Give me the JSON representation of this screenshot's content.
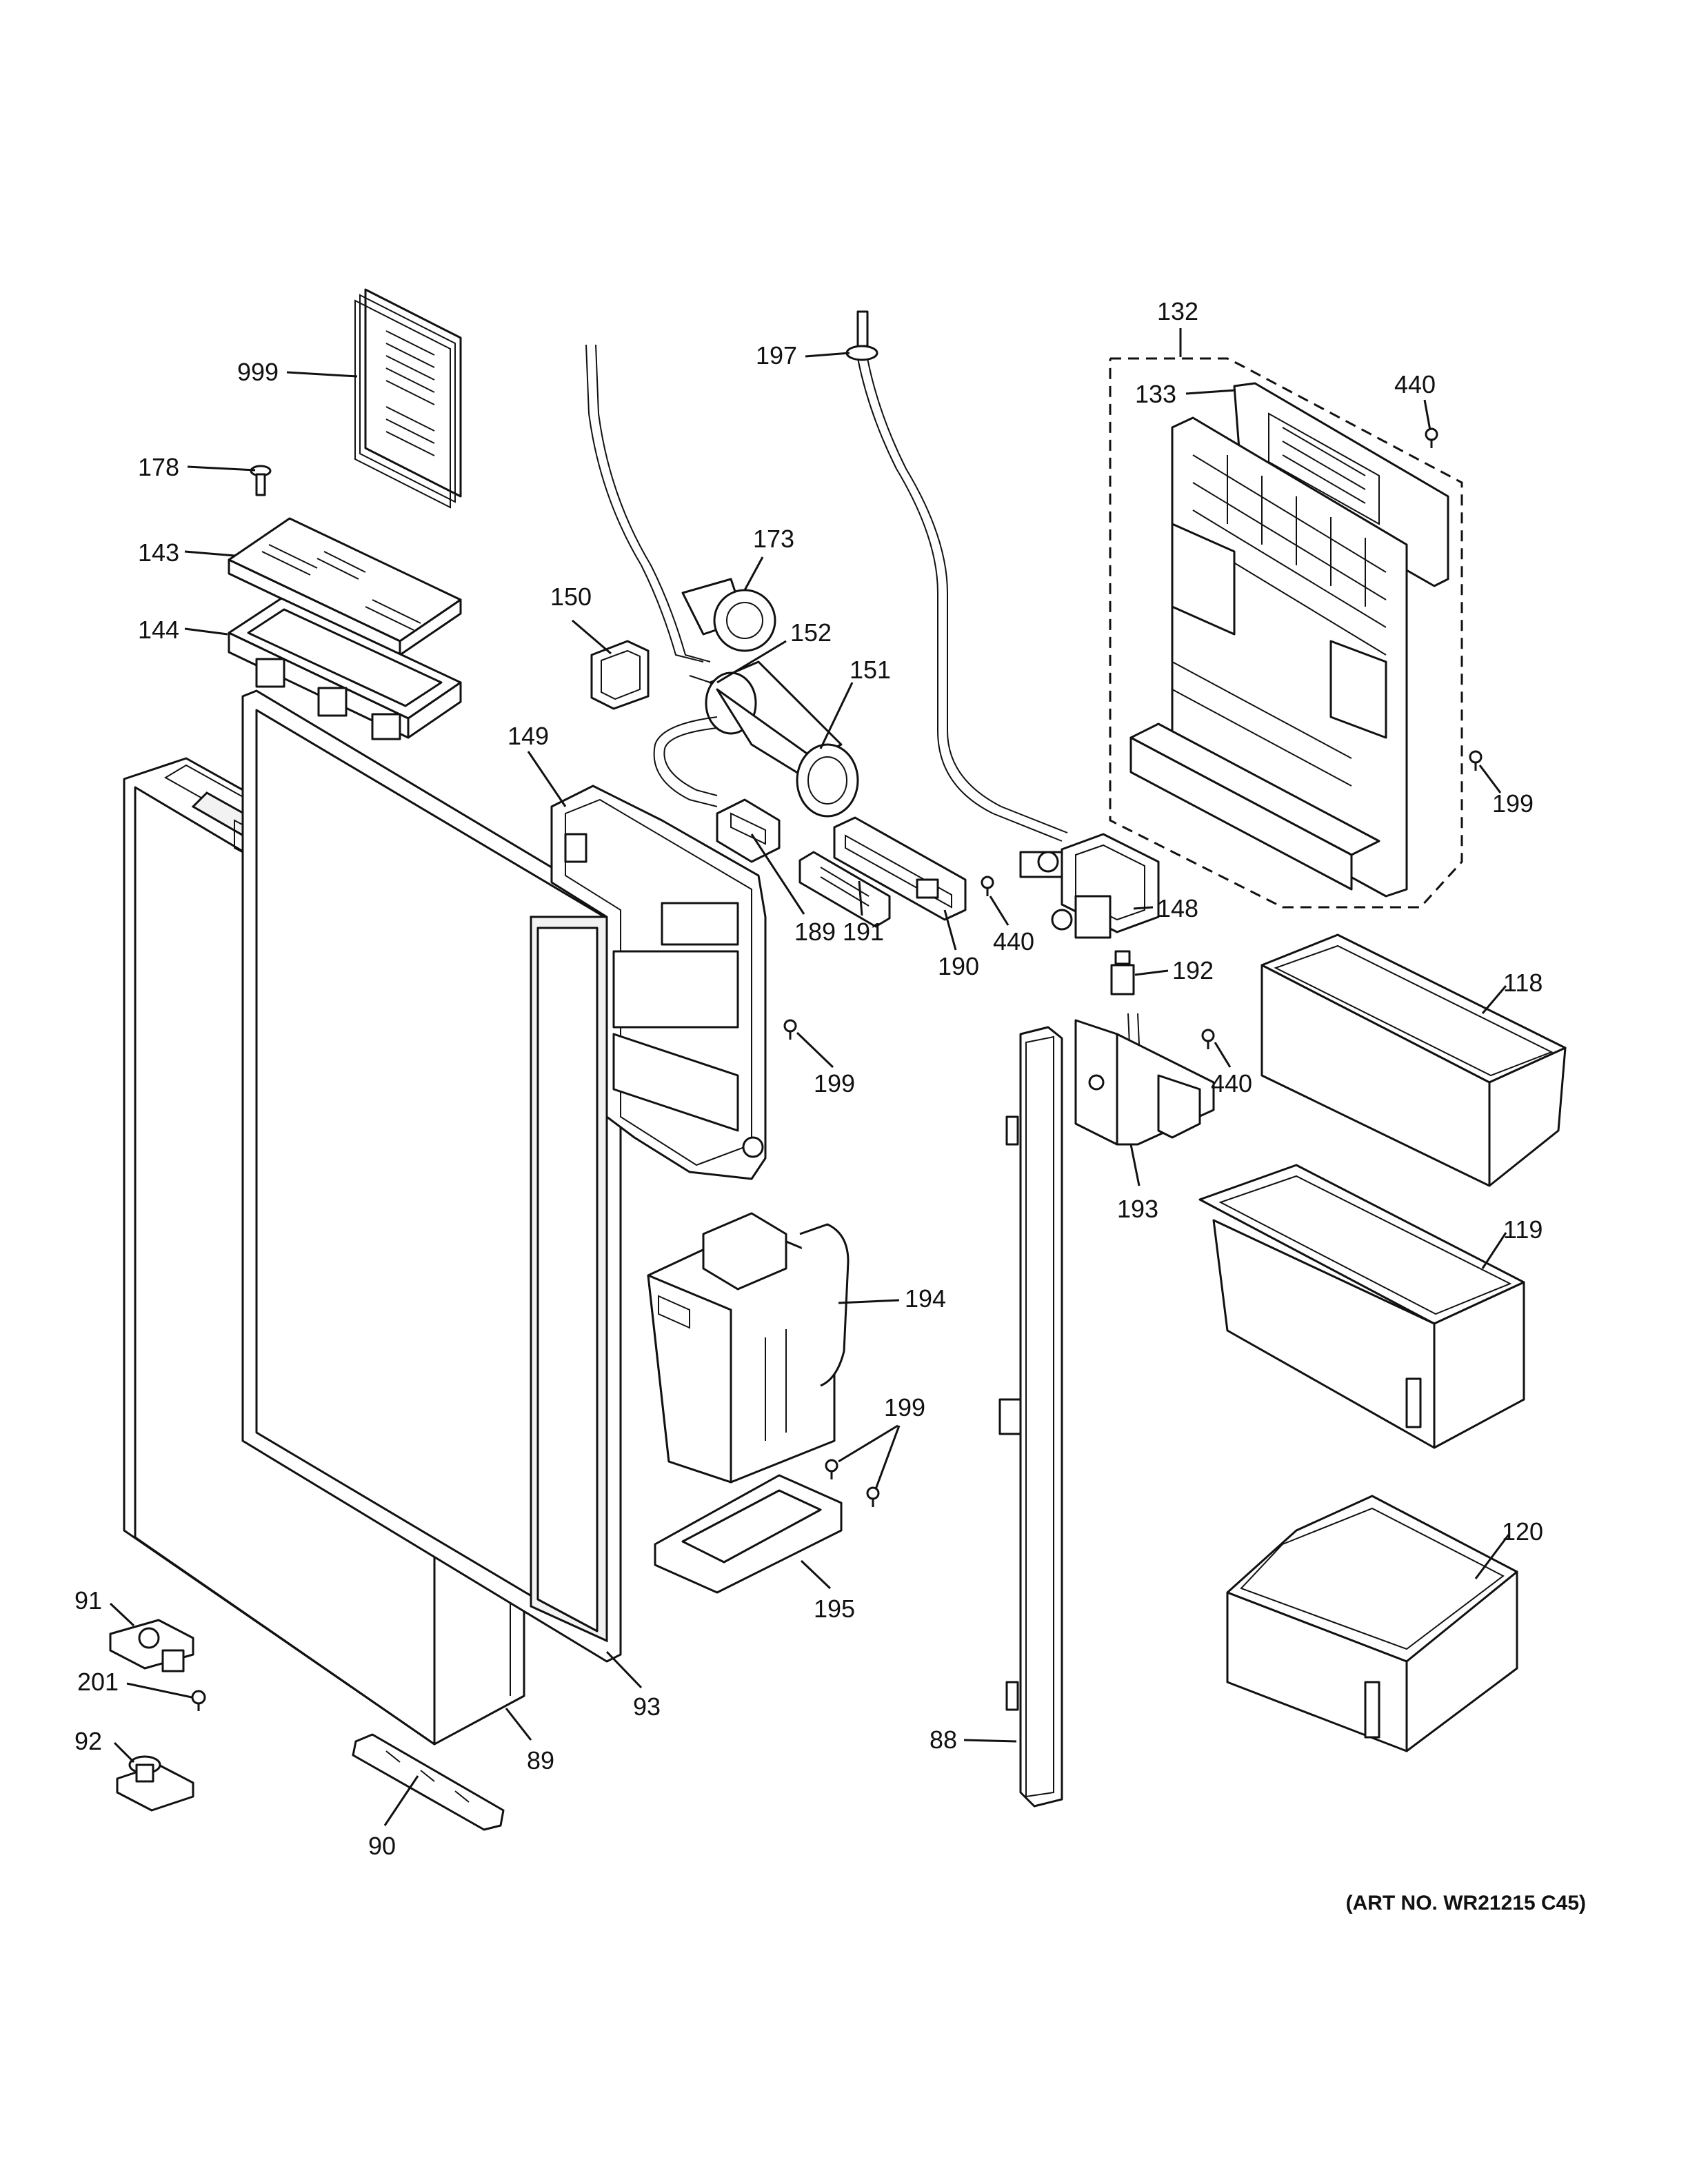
{
  "diagram": {
    "art_number": "(ART NO. WR21215 C45)",
    "callouts": [
      {
        "id": "999"
      },
      {
        "id": "178"
      },
      {
        "id": "143"
      },
      {
        "id": "144"
      },
      {
        "id": "150"
      },
      {
        "id": "173"
      },
      {
        "id": "152"
      },
      {
        "id": "151"
      },
      {
        "id": "197"
      },
      {
        "id": "132"
      },
      {
        "id": "133"
      },
      {
        "id": "440"
      },
      {
        "id": "199"
      },
      {
        "id": "149"
      },
      {
        "id": "189"
      },
      {
        "id": "191"
      },
      {
        "id": "190"
      },
      {
        "id": "440"
      },
      {
        "id": "148"
      },
      {
        "id": "192"
      },
      {
        "id": "118"
      },
      {
        "id": "199"
      },
      {
        "id": "440"
      },
      {
        "id": "193"
      },
      {
        "id": "119"
      },
      {
        "id": "194"
      },
      {
        "id": "199"
      },
      {
        "id": "195"
      },
      {
        "id": "120"
      },
      {
        "id": "91"
      },
      {
        "id": "201"
      },
      {
        "id": "92"
      },
      {
        "id": "89"
      },
      {
        "id": "93"
      },
      {
        "id": "90"
      },
      {
        "id": "88"
      }
    ]
  }
}
